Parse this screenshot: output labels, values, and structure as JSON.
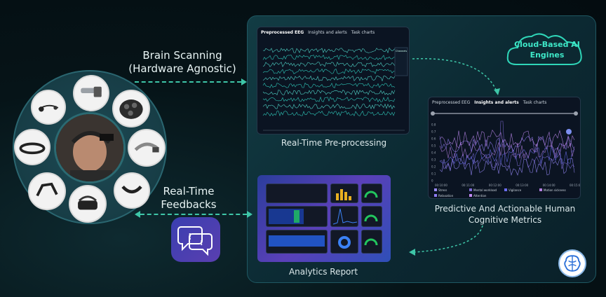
{
  "labels": {
    "brain_scanning_line1": "Brain Scanning",
    "brain_scanning_line2": "(Hardware Agnostic)",
    "real_time_feedbacks_line1": "Real-Time",
    "real_time_feedbacks_line2": "Feedbacks",
    "cloud_line1": "Cloud-Based AI",
    "cloud_line2": "Engines"
  },
  "captions": {
    "preprocessing": "Real-Time Pre-processing",
    "metrics_line1": "Predictive And Actionable Human",
    "metrics_line2": "Cognitive Metrics",
    "analytics": "Analytics Report"
  },
  "eeg_screen": {
    "tabs": [
      "Preprocessed EEG",
      "Insights and alerts",
      "Task charts"
    ],
    "active_tab": 0,
    "legend_title": "Channels"
  },
  "metrics_screen": {
    "tabs": [
      "Preprocessed EEG",
      "Insights and alerts",
      "Task charts"
    ],
    "active_tab": 1,
    "y_ticks": [
      "0.8",
      "0.7",
      "0.6",
      "0.5",
      "0.4",
      "0.3",
      "0.2",
      "0.1",
      "0"
    ],
    "x_ticks": [
      "00:10:00",
      "00:11:00",
      "00:12:00",
      "00:13:00",
      "00:14:00",
      "00:15:00"
    ],
    "legend": [
      {
        "name": "Stress",
        "color": "#9a8cff"
      },
      {
        "name": "Mental workload",
        "color": "#7f6bd6"
      },
      {
        "name": "Vigilance",
        "color": "#6a6df0"
      },
      {
        "name": "Motion sickness",
        "color": "#b47fe0"
      },
      {
        "name": "Relaxation",
        "color": "#8f7df2"
      },
      {
        "name": "Attention",
        "color": "#c28bf5"
      }
    ]
  },
  "colors": {
    "accent": "#3ec6a8",
    "cloud_text": "#3ee8c8",
    "panel": "#0c2a33"
  },
  "icons": {
    "feedback": "chat-alert-icon",
    "logo": "brain-logo-icon",
    "cloud": "cloud-icon"
  }
}
